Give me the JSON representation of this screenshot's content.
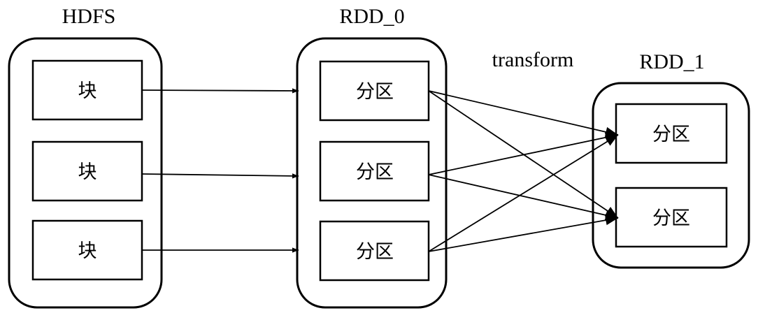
{
  "labels": {
    "hdfs": "HDFS",
    "rdd0": "RDD_0",
    "rdd1": "RDD_1",
    "transform": "transform"
  },
  "hdfs_blocks": [
    "块",
    "块",
    "块"
  ],
  "rdd0_partitions": [
    "分区",
    "分区",
    "分区"
  ],
  "rdd1_partitions": [
    "分区",
    "分区"
  ]
}
